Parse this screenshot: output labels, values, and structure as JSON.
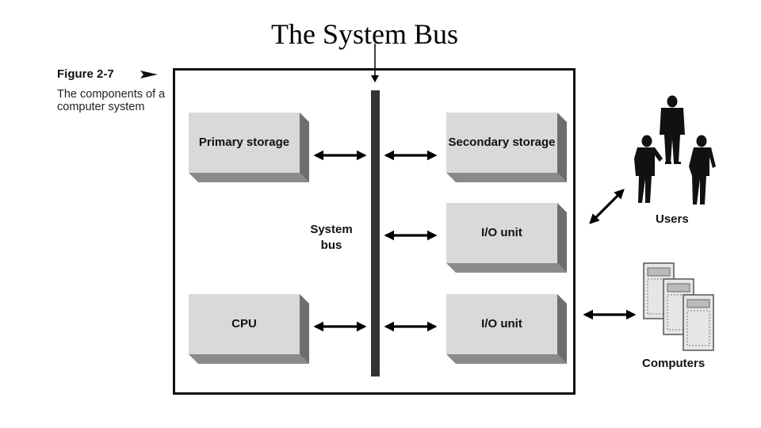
{
  "title": "The System Bus",
  "figure": {
    "label": "Figure 2-7",
    "caption": "The components of a computer system"
  },
  "bus": {
    "label": "System bus"
  },
  "boxes": {
    "primary_storage": "Primary storage",
    "cpu": "CPU",
    "secondary_storage": "Secondary storage",
    "io_unit_1": "I/O unit",
    "io_unit_2": "I/O unit"
  },
  "external": {
    "users": "Users",
    "computers": "Computers"
  },
  "icons": [
    "users-icon",
    "computers-icon",
    "figure-pointer-icon"
  ]
}
